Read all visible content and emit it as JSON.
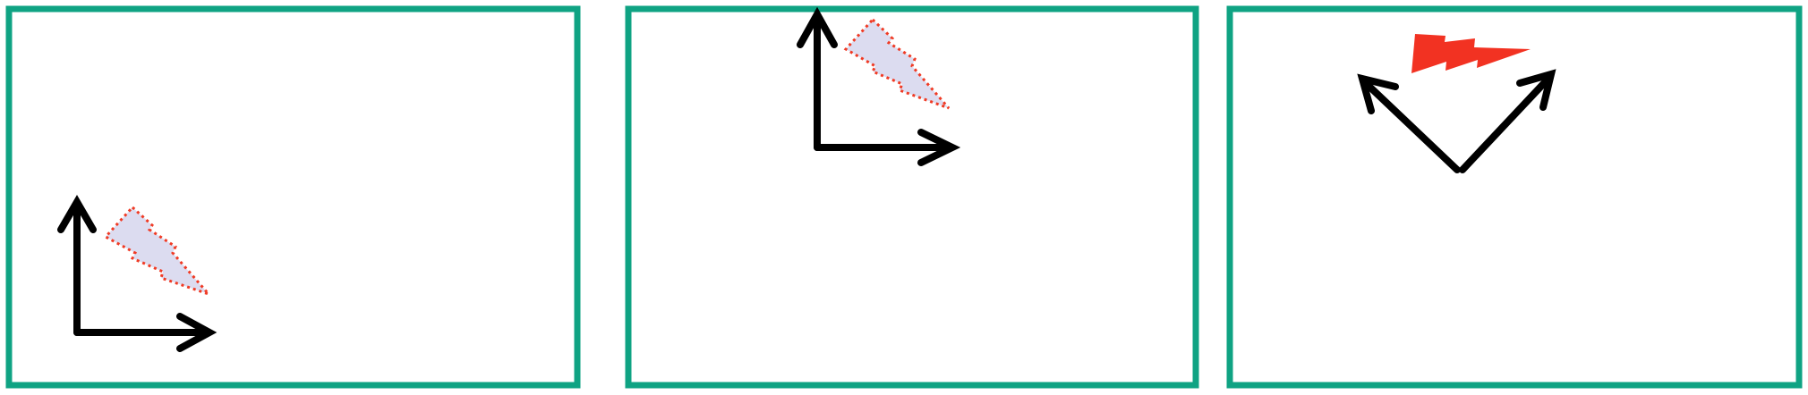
{
  "figure": {
    "panel_count": 3,
    "colors": {
      "frame": "#0fa383",
      "axis": "#000000",
      "bolt_fill": "#dcdcf0",
      "bolt_outline": "#f03a24",
      "bolt_solid": "#f23222"
    },
    "panels": [
      {
        "content": "axes-with-outlined-bolt",
        "bolt_style": "dotted-outline"
      },
      {
        "content": "axes-with-outlined-bolt",
        "bolt_style": "dotted-outline"
      },
      {
        "content": "rotated-axes-with-solid-bolt",
        "bolt_style": "solid"
      }
    ]
  }
}
